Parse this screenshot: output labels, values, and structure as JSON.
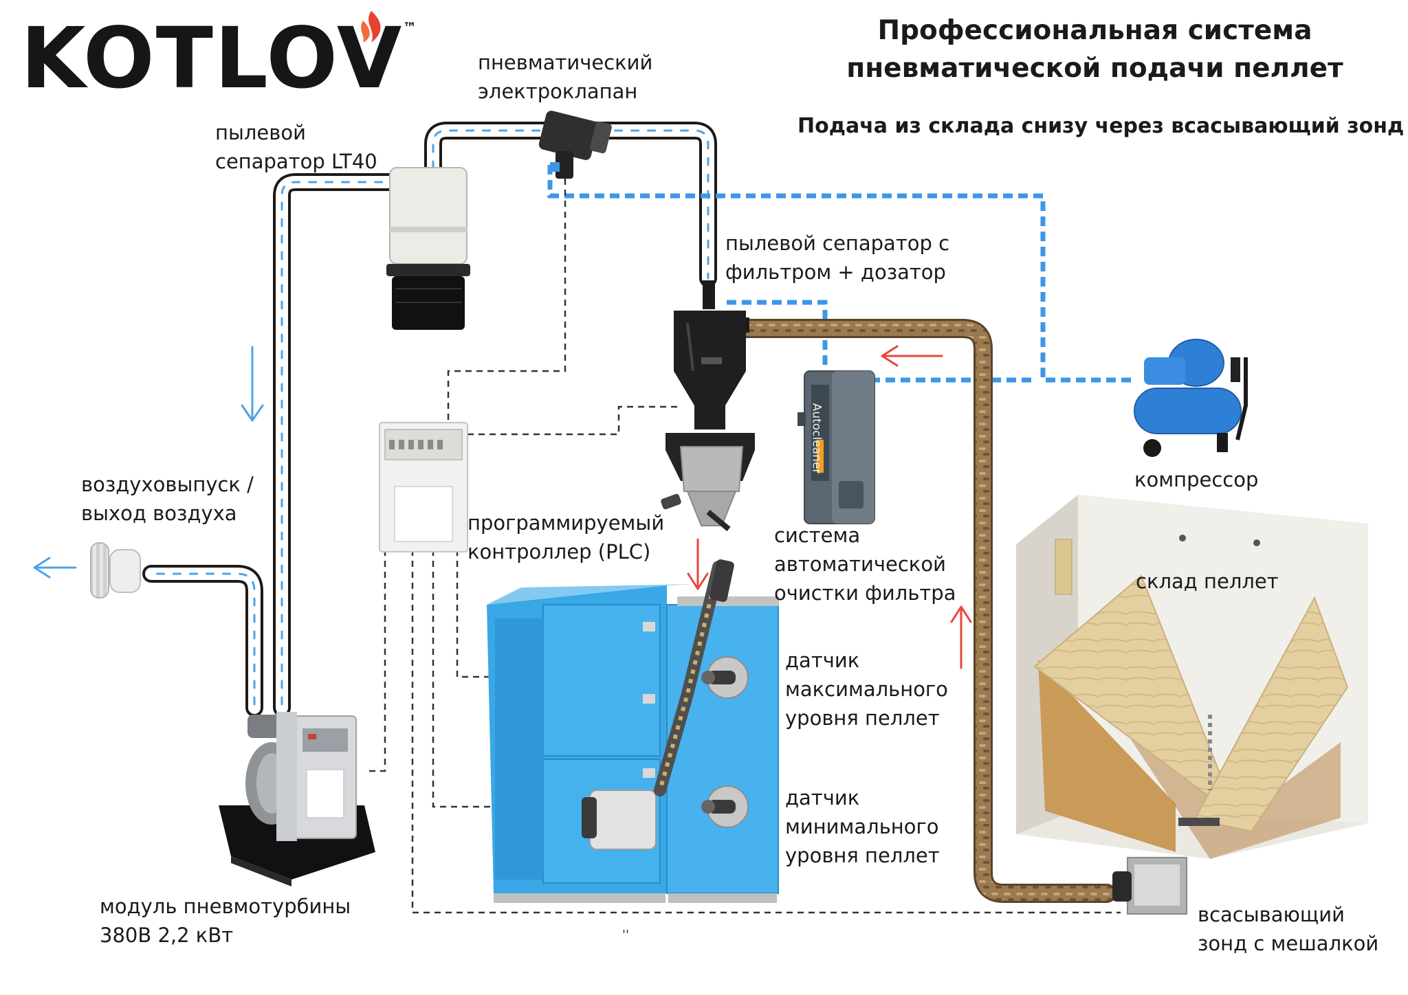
{
  "logo": {
    "text": "KOTLOV",
    "tm": "™",
    "flame_color": "#e8412c"
  },
  "title": {
    "line1": "Профессиональная система",
    "line2": "пневматической подачи пеллет"
  },
  "subtitle": "Подача из склада снизу через всасывающий зонд",
  "labels": {
    "valve": {
      "line1": "пневматический",
      "line2": "электроклапан"
    },
    "separator_lt40": {
      "line1": "пылевой",
      "line2": "сепаратор LT40"
    },
    "separator_filter": {
      "line1": "пылевой сепаратор с",
      "line2": "фильтром + дозатор"
    },
    "air_outlet": {
      "line1": "воздуховыпуск /",
      "line2": "выход воздуха"
    },
    "plc": {
      "line1": "программируемый",
      "line2": "контроллер (PLC)"
    },
    "autoclean": {
      "line1": "система",
      "line2": "автоматической",
      "line3": "очистки фильтра"
    },
    "compressor": "компрессор",
    "storage": "склад пеллет",
    "sensor_max": {
      "line1": "датчик",
      "line2": "максимального",
      "line3": "уровня пеллет"
    },
    "sensor_min": {
      "line1": "датчик",
      "line2": "минимального",
      "line3": "уровня пеллет"
    },
    "turbine": {
      "line1": "модуль пневмотурбины",
      "line2": "380В 2,2 кВт"
    },
    "probe": {
      "line1": "всасывающий",
      "line2": "зонд с мешалкой"
    },
    "autocleaner_brand": "Autocleaner",
    "stray_mark": "''"
  },
  "colors": {
    "air_line": "#4da3e8",
    "compressed_air": "#3d97e6",
    "signal": "#333333",
    "pellet_flow": "#8a6a45",
    "flow_arrow": "#e8473a",
    "boiler_blue": "#3aa7e6",
    "compressor_blue": "#2e7fd6"
  }
}
